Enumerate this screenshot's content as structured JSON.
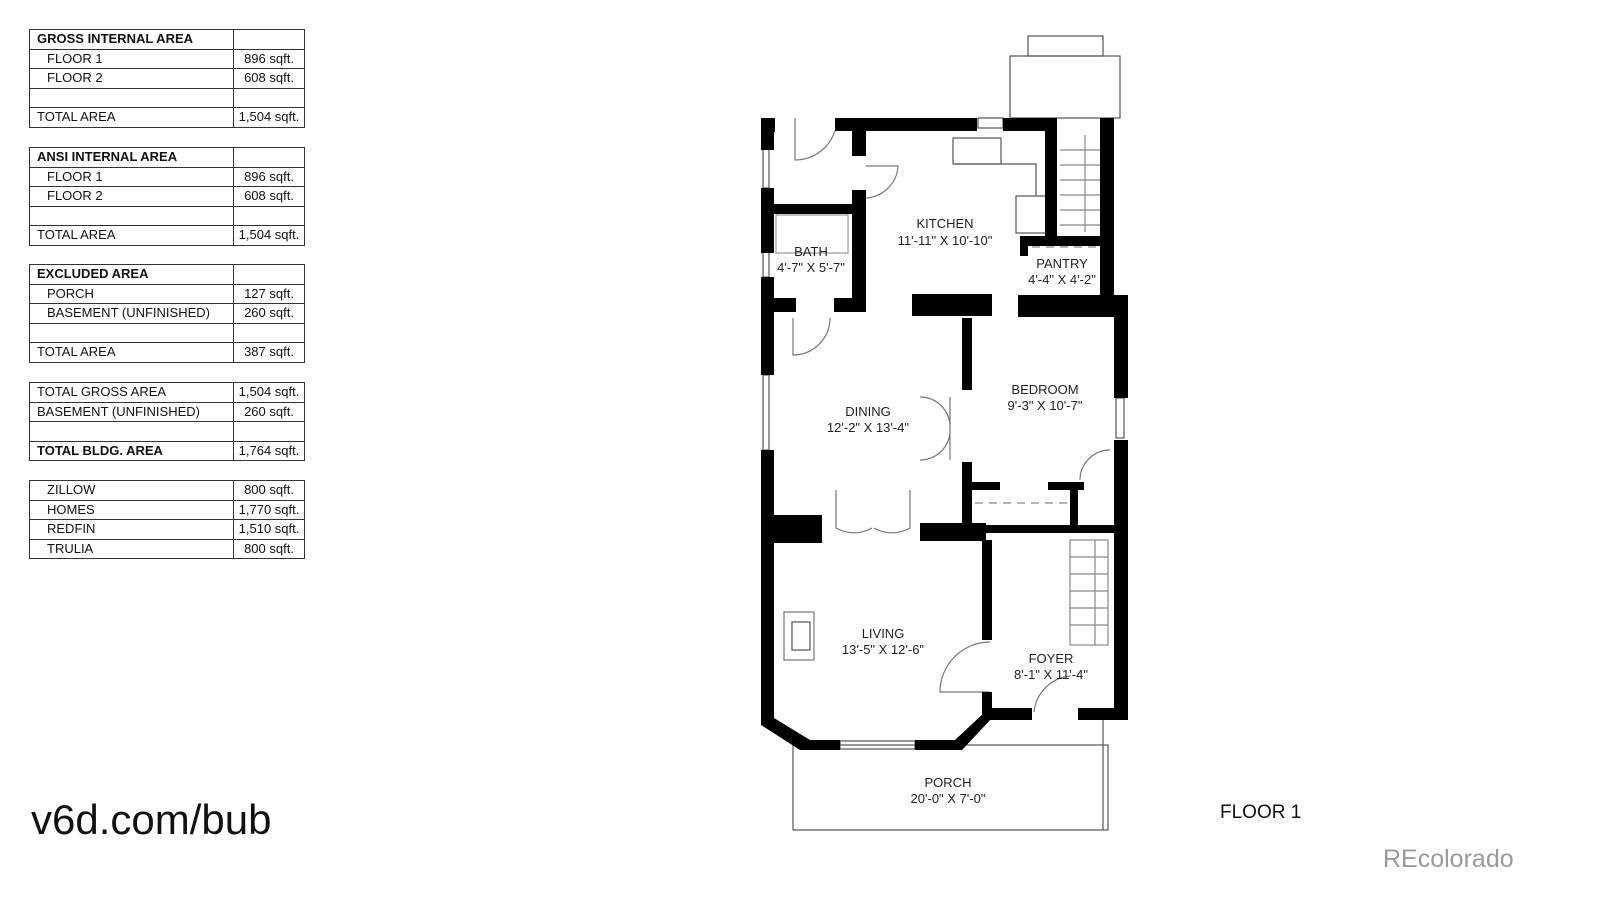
{
  "area_tables": [
    {
      "id": "gross",
      "rows": [
        {
          "label": "GROSS INTERNAL AREA",
          "value": "",
          "style": "bold"
        },
        {
          "label": "FLOOR 1",
          "value": "896 sqft.",
          "style": "indent"
        },
        {
          "label": "FLOOR 2",
          "value": "608 sqft.",
          "style": "indent"
        },
        {
          "label": "",
          "value": "",
          "style": ""
        },
        {
          "label": "TOTAL AREA",
          "value": "1,504 sqft.",
          "style": ""
        }
      ]
    },
    {
      "id": "ansi",
      "rows": [
        {
          "label": "ANSI INTERNAL AREA",
          "value": "",
          "style": "bold"
        },
        {
          "label": "FLOOR 1",
          "value": "896 sqft.",
          "style": "indent"
        },
        {
          "label": "FLOOR 2",
          "value": "608 sqft.",
          "style": "indent"
        },
        {
          "label": "",
          "value": "",
          "style": ""
        },
        {
          "label": "TOTAL AREA",
          "value": "1,504 sqft.",
          "style": ""
        }
      ]
    },
    {
      "id": "excluded",
      "rows": [
        {
          "label": "EXCLUDED AREA",
          "value": "",
          "style": "bold"
        },
        {
          "label": "PORCH",
          "value": "127 sqft.",
          "style": "indent"
        },
        {
          "label": "BASEMENT (UNFINISHED)",
          "value": "260 sqft.",
          "style": "indent"
        },
        {
          "label": "",
          "value": "",
          "style": ""
        },
        {
          "label": "TOTAL AREA",
          "value": "387 sqft.",
          "style": ""
        }
      ]
    },
    {
      "id": "totals",
      "rows": [
        {
          "label": "TOTAL GROSS AREA",
          "value": "1,504 sqft.",
          "style": ""
        },
        {
          "label": "BASEMENT (UNFINISHED)",
          "value": "260 sqft.",
          "style": ""
        },
        {
          "label": "",
          "value": "",
          "style": ""
        },
        {
          "label": "TOTAL BLDG. AREA",
          "value": "1,764 sqft.",
          "style": "bold"
        }
      ]
    },
    {
      "id": "sites",
      "rows": [
        {
          "label": "ZILLOW",
          "value": "800 sqft.",
          "style": "indent"
        },
        {
          "label": "HOMES",
          "value": "1,770 sqft.",
          "style": "indent"
        },
        {
          "label": "REDFIN",
          "value": "1,510 sqft.",
          "style": "indent"
        },
        {
          "label": "TRULIA",
          "value": "800 sqft.",
          "style": "indent"
        }
      ]
    }
  ],
  "rooms": {
    "kitchen": {
      "name": "KITCHEN",
      "dims": "11'-11\" X 10'-10\""
    },
    "bath": {
      "name": "BATH",
      "dims": "4'-7\" X 5'-7\""
    },
    "pantry": {
      "name": "PANTRY",
      "dims": "4'-4\" X 4'-2\""
    },
    "dining": {
      "name": "DINING",
      "dims": "12'-2\" X 13'-4\""
    },
    "bedroom": {
      "name": "BEDROOM",
      "dims": "9'-3\" X 10'-7\""
    },
    "living": {
      "name": "LIVING",
      "dims": "13'-5\" X 12'-6\""
    },
    "foyer": {
      "name": "FOYER",
      "dims": "8'-1\" X 11'-4\""
    },
    "porch": {
      "name": "PORCH",
      "dims": "20'-0\" X 7'-0\""
    }
  },
  "floor_label": "FLOOR 1",
  "watermark_url": "v6d.com/bub",
  "brand": "REcolorado"
}
